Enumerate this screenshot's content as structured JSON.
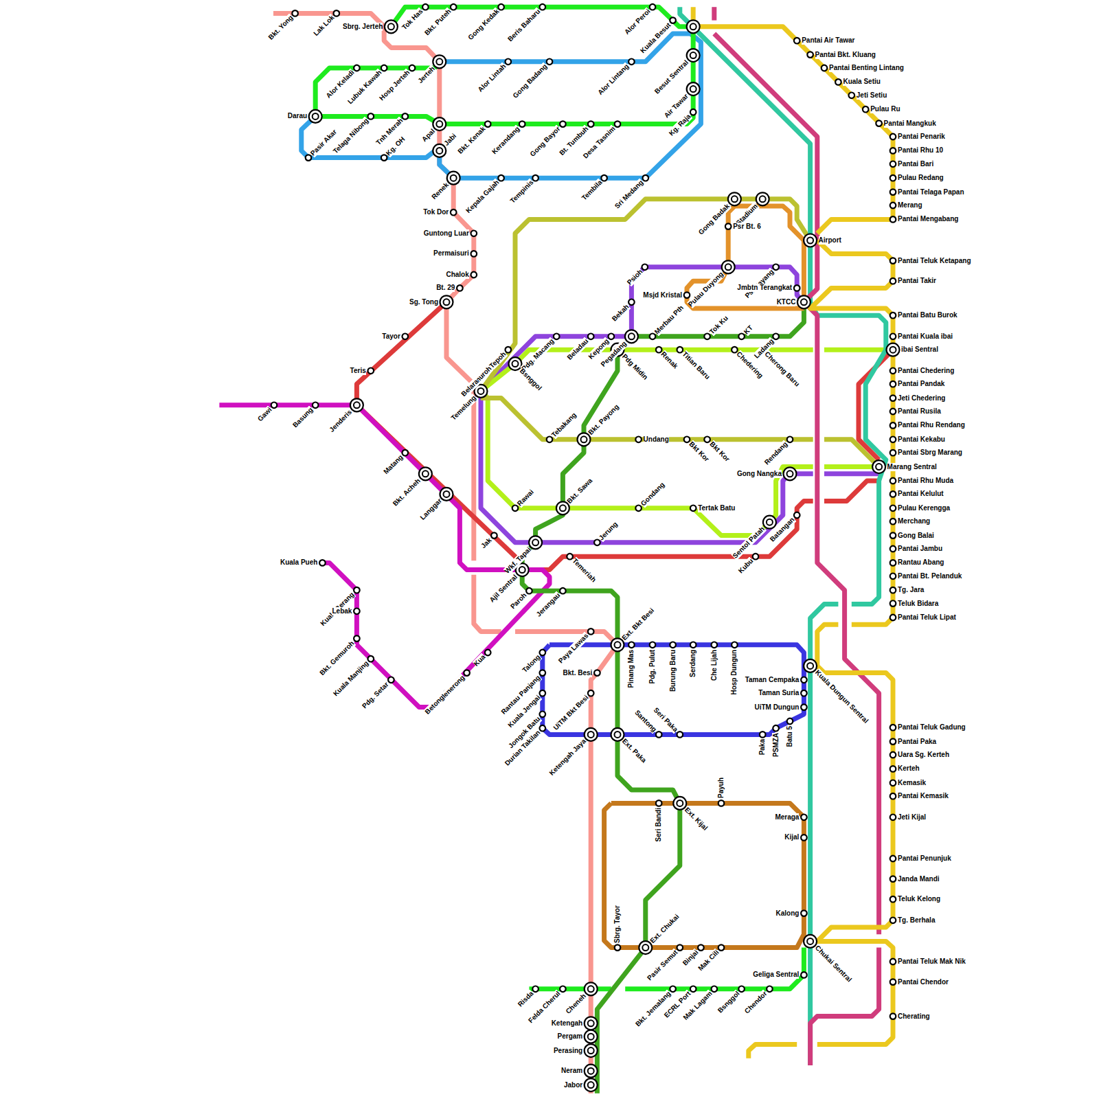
{
  "diagram": {
    "labels": [
      "Bkt. Yong",
      "Lak Lok",
      "Tok Has",
      "Bkt. Puteh",
      "Gong Kedak",
      "Beris Baharu",
      "Alor Peroi",
      "Kuala Besut",
      "Sbrg. Jerteh",
      "Pantai Air Tawar",
      "Besut Sentral",
      "Pantai Bkt. Kluang",
      "Alor Keladi",
      "Lubuk Kawah",
      "Hosp Jerteh",
      "Jerteh",
      "Alor Lintah",
      "Gong Badang",
      "Alor Lintang",
      "Pantai Benting Lintang",
      "Kuala Setiu",
      "Air Tawar",
      "Jeti Setiu",
      "Pulau Ru",
      "Kg. Raja",
      "Darau",
      "Telaga Nibong",
      "Tnh Merah",
      "Apal",
      "Bkt. Kenak",
      "Kerandang",
      "Gong Bayor",
      "Bt. Tumbuh",
      "Desa Tasnim",
      "Pantai Mangkuk",
      "Pantai Penarik",
      "Pasir Akar",
      "Kg. OH",
      "Jabi",
      "Pantai Rhu 10",
      "Pantai Bari",
      "Renek",
      "Kepala Gajah",
      "Tempinis",
      "Tembila",
      "Sri Medang",
      "Pulau Redang",
      "Pantai Telaga Papan",
      "Gong Badak",
      "Stadium",
      "Merang",
      "Tok Dor",
      "Pantai Mengabang",
      "Psr Bt. 6",
      "Guntong Luar",
      "Airport",
      "Permaisuri",
      "Pantai Teluk Ketapang",
      "Psioh",
      "Pulau Duyong",
      "Psr Payang",
      "Chalok",
      "Pantai Takir",
      "Bt. 29",
      "Jmbtn Terangkat",
      "Msjd Kristal",
      "Sg. Tong",
      "Bekah",
      "KTCC",
      "Pantai Batu Burok",
      "Tayor",
      "Pdg. Macang",
      "Beladau",
      "Kepong",
      "Pegadang",
      "Merbau Pth",
      "Tok Ku",
      "KT",
      "Ladang",
      "Pantai Kuala ibai",
      "Tepoh",
      "Pdg Midin",
      "Renak",
      "Titian Baru",
      "Chedering",
      "Cherong Baru",
      "ibai Sentral",
      "Gemuroh",
      "Bsnggol",
      "Teris",
      "Pantai Chedering",
      "Belara",
      "Pantai Pandak",
      "Temelung",
      "Jeti Chedering",
      "Gawi",
      "Basung",
      "Jenderis",
      "Pantai Rusila",
      "Pantai Rhu Rendang",
      "Tebakang",
      "Bkt. Payong",
      "Undang",
      "Bkt Kor",
      "Bkt Kor",
      "Rendang",
      "Pantai Kekabu",
      "Matang",
      "Pantai Sbrg Marang",
      "Marang Sentral",
      "Gong Nangka",
      "Bkt. Acheh",
      "Pantai Rhu Muda",
      "Langgar",
      "Pantai Kelulut",
      "Rawai",
      "Bkt. Sawa",
      "Gondang",
      "Tertak Batu",
      "Pulau Kerengga",
      "Batangan",
      "Sentol Patah",
      "Merchang",
      "Jak",
      "Gong Balai",
      "Wkf. Tapai",
      "Jerung",
      "Pantai Jambu",
      "Temeriah",
      "Kubu",
      "Kuala Pueh",
      "Rantau Abang",
      "Ajil Sentral",
      "Pantai Bt. Pelanduk",
      "Kuala Berang",
      "Paroh",
      "Jerangau",
      "Tg. Jara",
      "Teluk Bidara",
      "Lebak",
      "Pantai Teluk Lipat",
      "Paya Lawas",
      "Bkt. Gemuroh",
      "Ext. Bkt Besi",
      "Pinang Mas",
      "Pdg. Pulut",
      "Burung Baru",
      "Serdang",
      "Che Lijah",
      "Hosp Dungun",
      "Talong",
      "Kua",
      "Kuala Manjing",
      "Kuala Dungun Sentral",
      "Bkt. Besi",
      "Rantau Panjang",
      "Menerong",
      "Pdg. Setar",
      "Taman Cempaka",
      "UiTM Bkt Besi",
      "Kuala Jengai",
      "Betong",
      "Taman Suria",
      "UiTM Dungun",
      "Jongok Batu",
      "Batu 5",
      "Durian Takilan",
      "PSMZA",
      "Pantai Teluk Gadung",
      "Ketengah Jaya",
      "Ext. Paka",
      "Santong",
      "Seri Paka",
      "Paka",
      "Pantai Paka",
      "Uara Sg. Kerteh",
      "Kerteh",
      "Kemasik",
      "Pantai Kemasik",
      "Seri Bandi",
      "Ext. Kijal",
      "Payuh",
      "Meraga",
      "Jeti Kijal",
      "Kijal",
      "Pantai Penunjuk",
      "Janda Mandi",
      "Teluk Kelong",
      "Kalong",
      "Tg. Berhala",
      "Chukai Sentral",
      "Sbrg. Tayor",
      "Ext. Chukai",
      "Pasir Semut",
      "Binjai",
      "Mak Cili",
      "Pantai Teluk Mak Nik",
      "Geliga Sentral",
      "Pantai Chendor",
      "Risda",
      "Felda Cherul",
      "Cheneh",
      "Bkt. Jemalang",
      "ECRL Port",
      "Mak Lagam",
      "Bsnggol",
      "Chendor",
      "Cherating",
      "Ketengah",
      "Pergam",
      "Perasing",
      "Neram",
      "Jabor"
    ]
  }
}
